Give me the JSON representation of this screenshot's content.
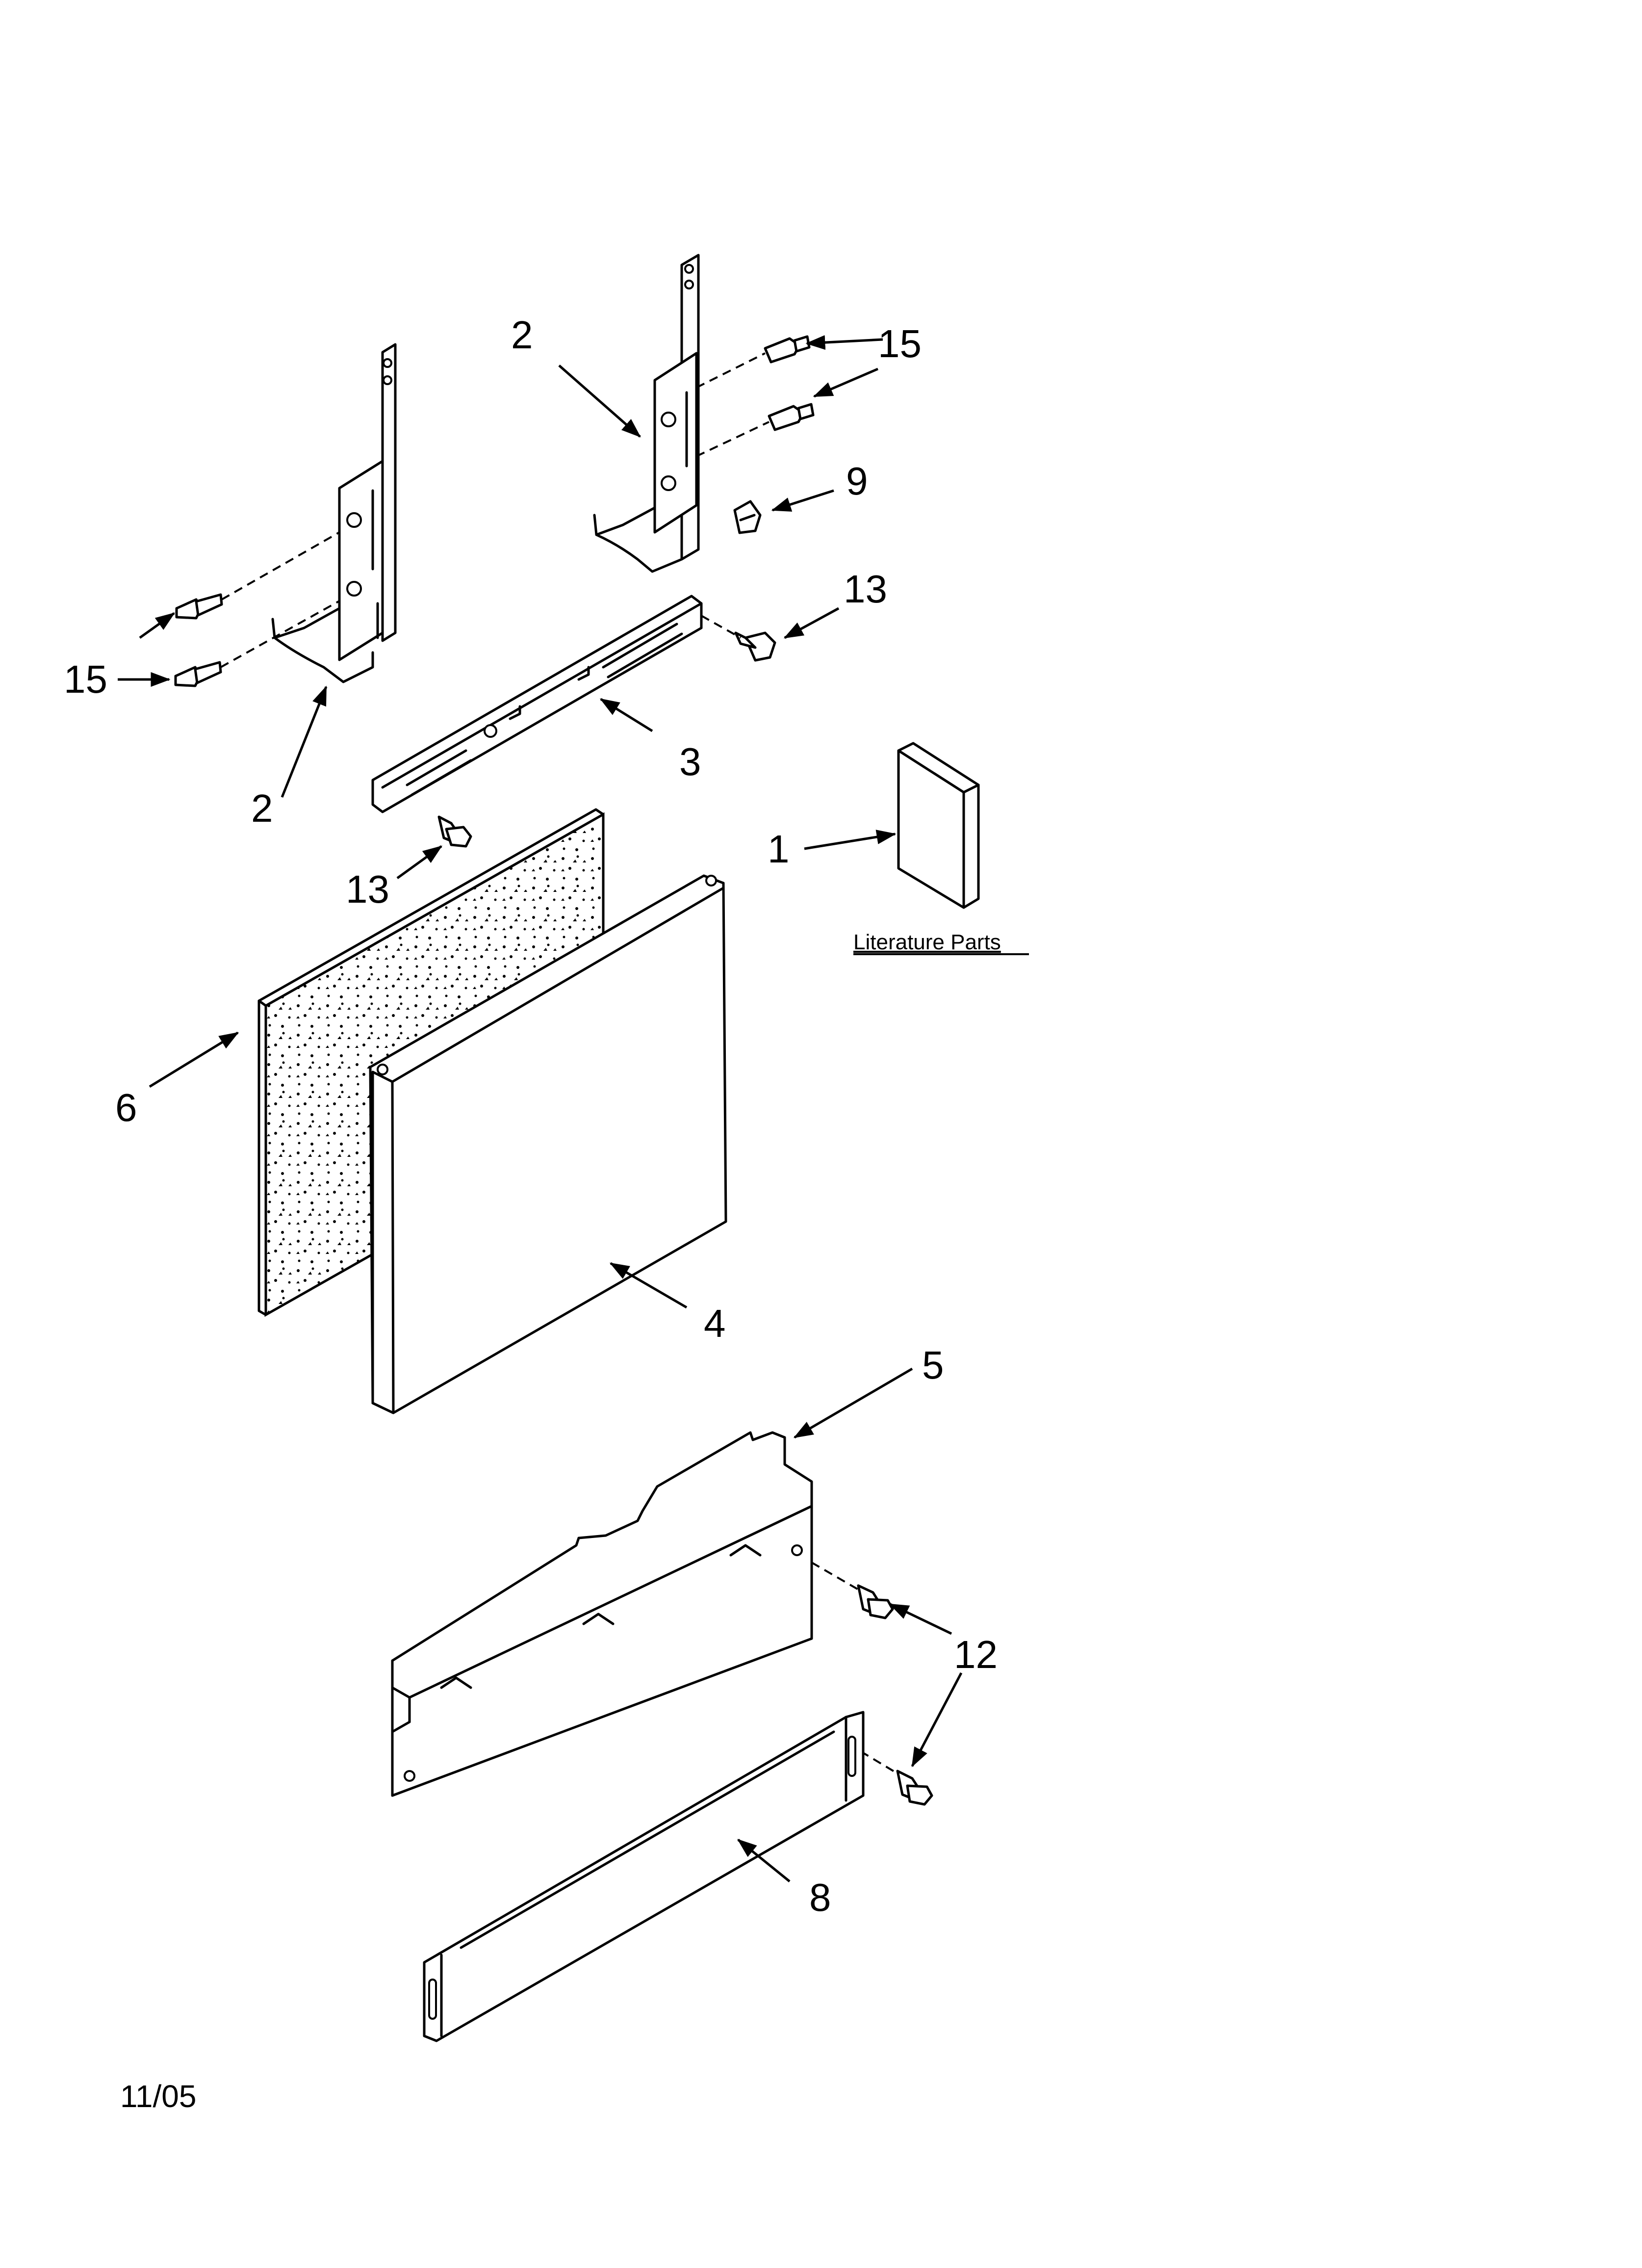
{
  "labels": {
    "c2_left": "2",
    "c2_right": "2",
    "c15_top": "15",
    "c15_left": "15",
    "c9": "9",
    "c13_right": "13",
    "c13_left": "13",
    "c3": "3",
    "c1": "1",
    "c6": "6",
    "c4": "4",
    "c5": "5",
    "c12": "12",
    "c8": "8"
  },
  "literature": "Literature Parts",
  "date": "11/05"
}
